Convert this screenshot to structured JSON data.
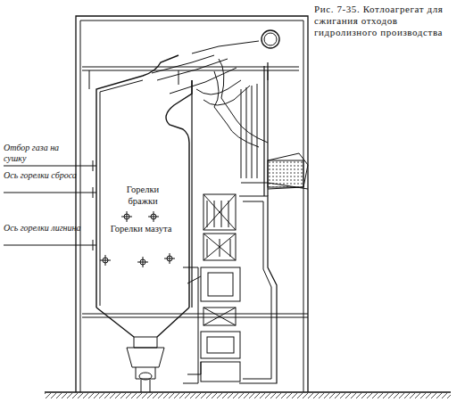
{
  "diagram": {
    "caption": "Рис. 7-35. Котлоагрегат для сжигания отходов гидролизного производства",
    "labels": [
      "Отбор газа на сушку",
      "Ось горелки сброса",
      "Ось горелки лигнина",
      "Горелки бражки",
      "Горелки мазута"
    ]
  }
}
